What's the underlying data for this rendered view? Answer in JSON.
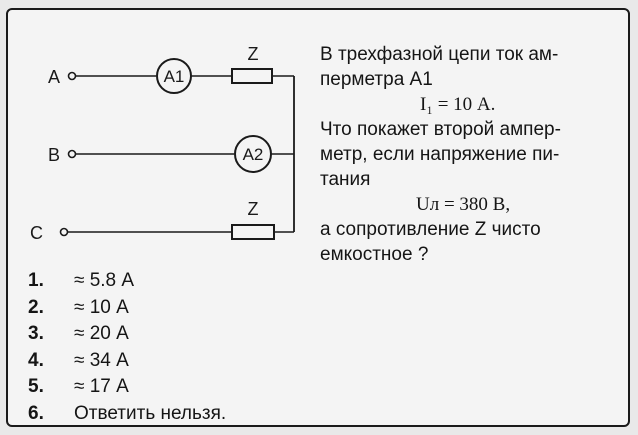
{
  "circuit": {
    "phases": [
      {
        "label": "A",
        "ammeter": "A1",
        "impedance": "Z"
      },
      {
        "label": "B",
        "ammeter": "A2",
        "impedance": ""
      },
      {
        "label": "C",
        "ammeter": "",
        "impedance": "Z"
      }
    ]
  },
  "question": {
    "lines": [
      "В трехфазной цепи ток ам-",
      "перметра A1"
    ],
    "formula1": "I₁ = 10 А.",
    "lines2": [
      "Что покажет второй ампер-",
      "метр, если напряжение пи-",
      "тания"
    ],
    "formula2": "Uл = 380 В,",
    "lines3": [
      "а сопротивление Z чисто",
      "емкостное ?"
    ]
  },
  "answers": [
    {
      "num": "1.",
      "text": "≈ 5.8 А"
    },
    {
      "num": "2.",
      "text": "≈ 10 А"
    },
    {
      "num": "3.",
      "text": "≈ 20 А"
    },
    {
      "num": "4.",
      "text": "≈ 34 А"
    },
    {
      "num": "5.",
      "text": "≈ 17 А"
    },
    {
      "num": "6.",
      "text": "Ответить нельзя."
    }
  ]
}
